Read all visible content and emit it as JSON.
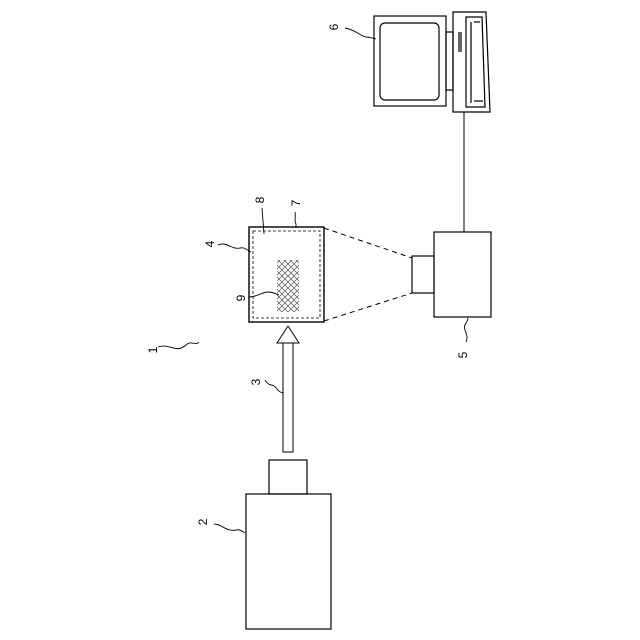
{
  "figure": {
    "labels": {
      "system": "1",
      "light_source": "2",
      "beam": "3",
      "sample_cell": "4",
      "camera": "5",
      "computer": "6",
      "container_wall": "7",
      "medium": "8",
      "specimen": "9"
    }
  }
}
